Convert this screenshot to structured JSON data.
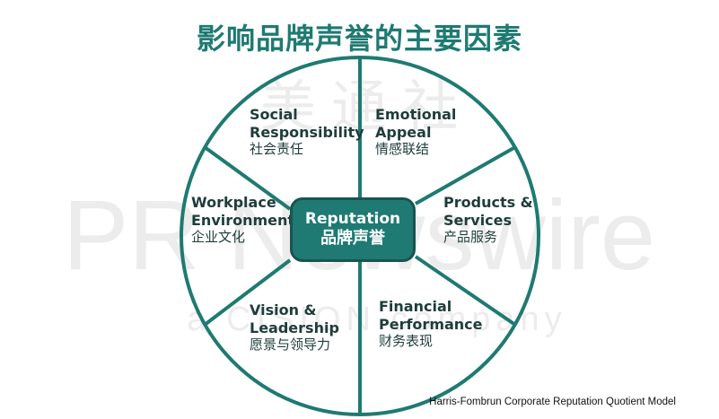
{
  "title": "影响品牌声誉的主要因素",
  "center": {
    "en": "Reputation",
    "zh": "品牌声誉"
  },
  "segments": [
    {
      "en_lines": [
        "Social",
        "Responsibility"
      ],
      "zh": "社会责任"
    },
    {
      "en_lines": [
        "Emotional",
        "Appeal"
      ],
      "zh": "情感联结"
    },
    {
      "en_lines": [
        "Workplace",
        "Environment"
      ],
      "zh": "企业文化"
    },
    {
      "en_lines": [
        "Products &",
        "Services"
      ],
      "zh": "产品服务"
    },
    {
      "en_lines": [
        "Vision &",
        "Leadership"
      ],
      "zh": "愿景与领导力"
    },
    {
      "en_lines": [
        "Financial",
        "Performance"
      ],
      "zh": "财务表现"
    }
  ],
  "watermark": {
    "line1": "美 通 社",
    "line2": "PR Newswire",
    "line3": "a CISION company"
  },
  "caption": "Harris-Fombrun Corporate Reputation Quotient Model",
  "colors": {
    "teal": "#1e7a72",
    "dark_teal": "#18554f",
    "text": "#1e3d3a",
    "watermark": "#ededed"
  }
}
